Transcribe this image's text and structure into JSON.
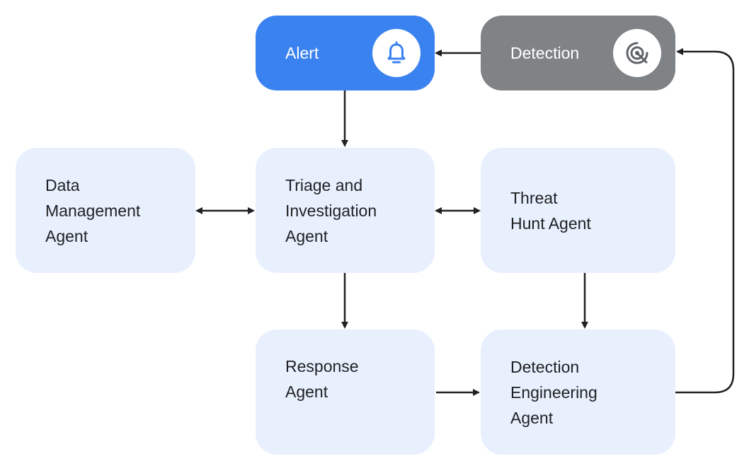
{
  "nodes": {
    "alert": {
      "label": "Alert",
      "icon": "bell-icon",
      "color": "#3b82f1"
    },
    "detection": {
      "label": "Detection",
      "icon": "target-icon",
      "color": "#808386"
    },
    "data_management": {
      "label": "Data\nManagement\nAgent"
    },
    "triage": {
      "label": "Triage and\nInvestigation\nAgent"
    },
    "threat_hunt": {
      "label": "Threat\nHunt Agent"
    },
    "response": {
      "label": "Response\nAgent"
    },
    "detection_engineering": {
      "label": "Detection\nEngineering\nAgent"
    }
  },
  "edges": [
    {
      "from": "detection",
      "to": "alert"
    },
    {
      "from": "alert",
      "to": "triage"
    },
    {
      "from": "data_management",
      "to": "triage",
      "bidirectional": true
    },
    {
      "from": "triage",
      "to": "threat_hunt",
      "bidirectional": true
    },
    {
      "from": "triage",
      "to": "response"
    },
    {
      "from": "threat_hunt",
      "to": "detection_engineering"
    },
    {
      "from": "response",
      "to": "detection_engineering"
    },
    {
      "from": "detection_engineering",
      "to": "detection"
    }
  ],
  "colors": {
    "agent_fill": "#e8f0fe",
    "arrow": "#202124"
  }
}
